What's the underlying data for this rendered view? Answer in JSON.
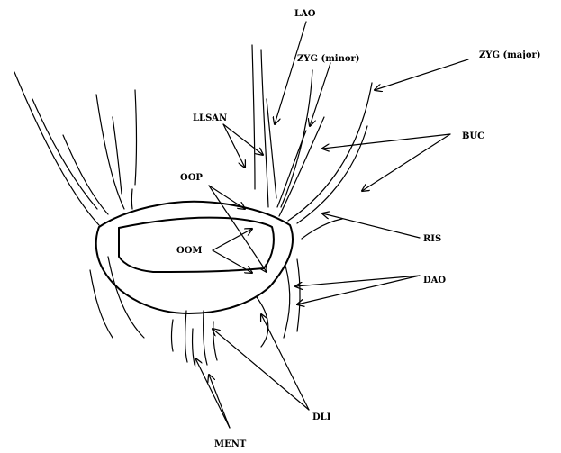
{
  "labels": {
    "lao": "LAO",
    "zyg_minor": "ZYG (minor)",
    "zyg_major": "ZYG (major)",
    "llsan": "LLSAN",
    "buc": "BUC",
    "oop": "OOP",
    "oom": "OOM",
    "ris": "RIS",
    "dao": "DAO",
    "dli": "DLI",
    "ment": "MENT"
  }
}
